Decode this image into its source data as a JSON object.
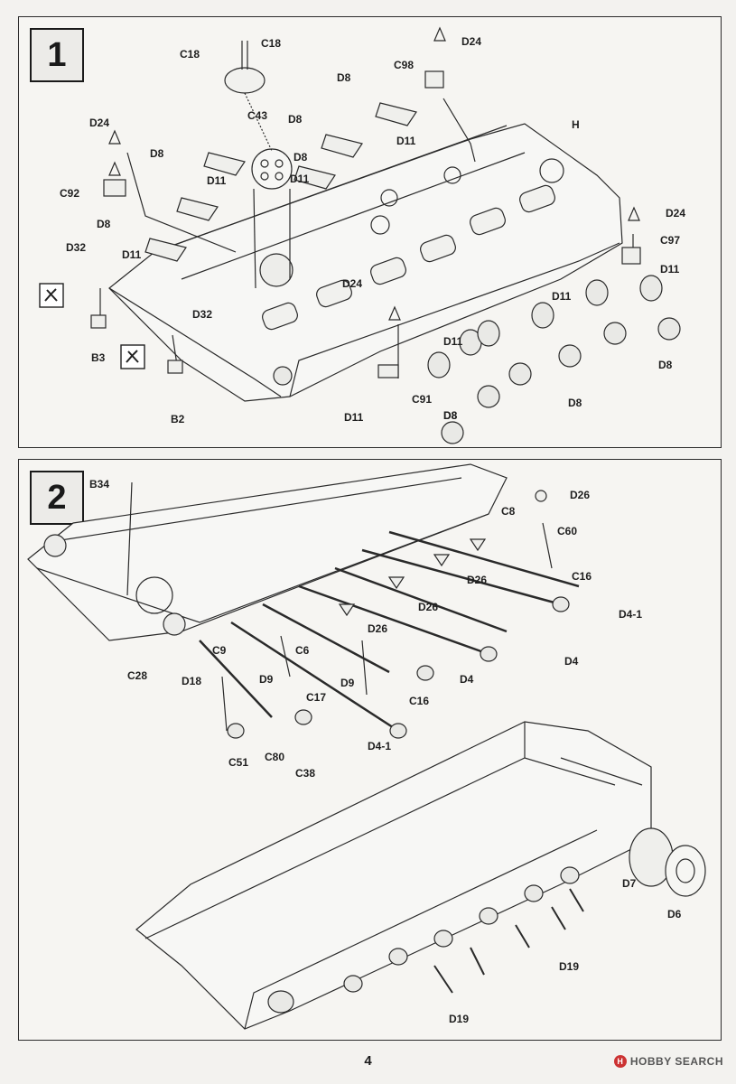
{
  "page": {
    "number": "4",
    "watermark": "HOBBY SEARCH",
    "watermark_badge": "H"
  },
  "steps": [
    {
      "number": "1",
      "labels": [
        "C18",
        "C18",
        "D24",
        "C98",
        "D8",
        "D8",
        "C43",
        "D8",
        "D11",
        "D24",
        "D8",
        "D11",
        "H",
        "C92",
        "D11",
        "D8",
        "D24",
        "D11",
        "C97",
        "D32",
        "D24",
        "D11",
        "D11",
        "B3",
        "D32",
        "D11",
        "D8",
        "D8",
        "C91",
        "D8",
        "B2",
        "D11",
        "D8"
      ]
    },
    {
      "number": "2",
      "labels": [
        "B34",
        "D26",
        "C8",
        "C60",
        "C16",
        "D26",
        "D26",
        "D4-1",
        "D26",
        "C9",
        "C6",
        "D4",
        "C28",
        "D18",
        "D9",
        "D9",
        "D4",
        "C17",
        "C16",
        "C80",
        "D4-1",
        "C51",
        "C38",
        "D7",
        "D6",
        "D19",
        "D19"
      ]
    }
  ],
  "icons": [
    "no-glue-icon",
    "no-glue-icon"
  ]
}
